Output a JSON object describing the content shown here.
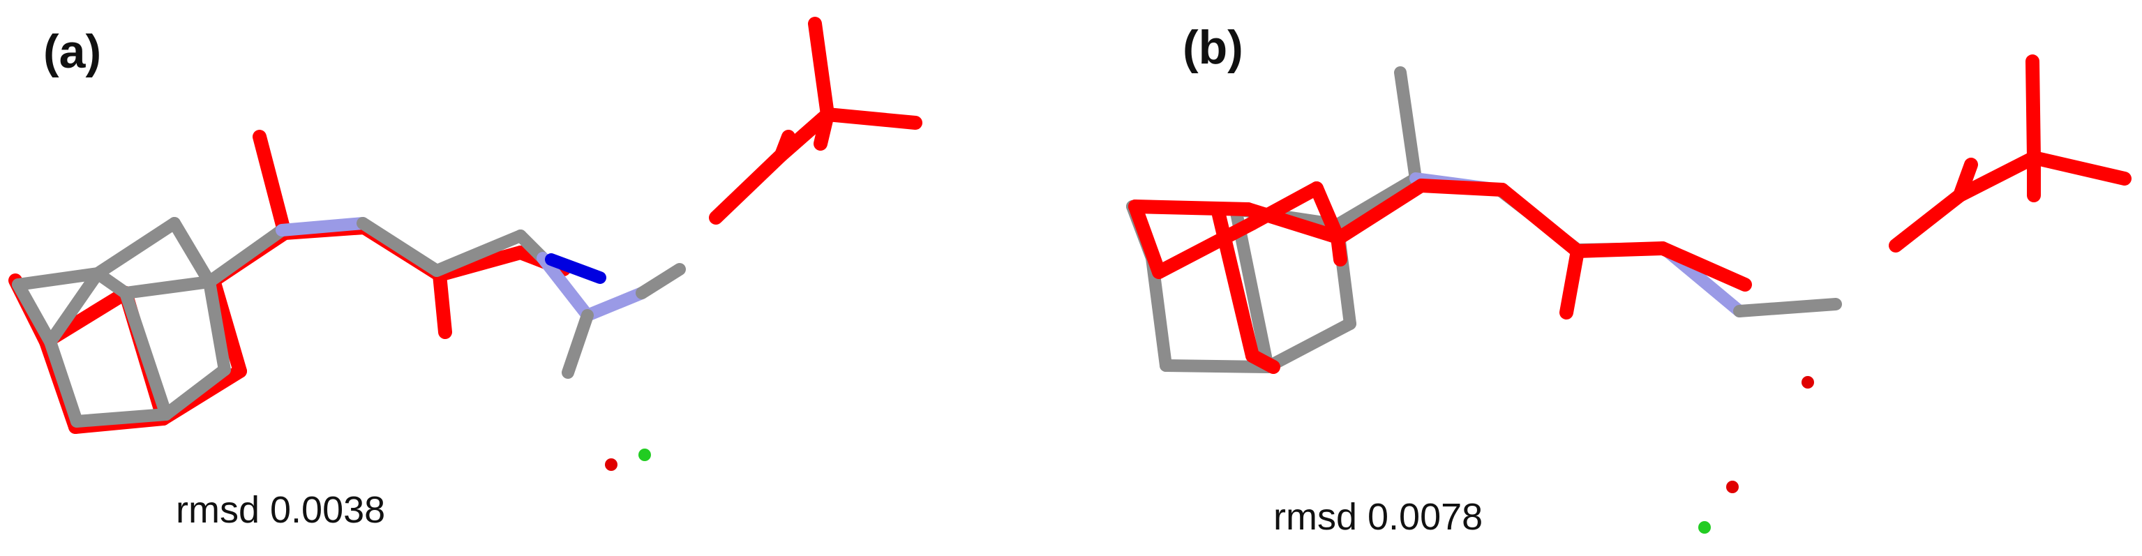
{
  "colors": {
    "reference_structure": "#ff0000",
    "carbon": "#8c8c8c",
    "nitrogen_light": "#9a9ae6",
    "nitrogen_dark": "#0000e0",
    "water_oxygen": "#e00000",
    "ion": "#22cc22"
  },
  "panels": [
    {
      "label": "(a)",
      "rmsd_text": "rmsd 0.0038"
    },
    {
      "label": "(b)",
      "rmsd_text": "rmsd 0.0078"
    }
  ]
}
